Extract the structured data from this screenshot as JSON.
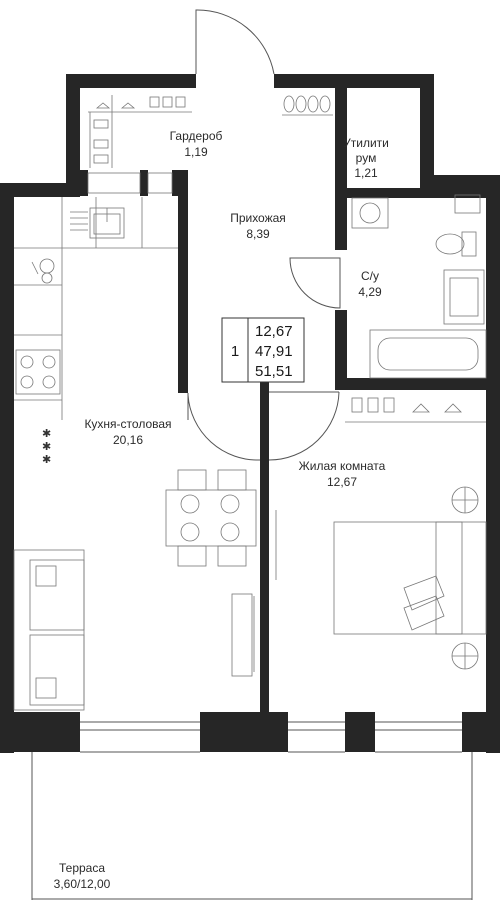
{
  "rooms": [
    {
      "id": "wardrobe",
      "name": "Гардероб",
      "area": "1,19"
    },
    {
      "id": "utility",
      "name_line1": "Утилити",
      "name_line2": "рум",
      "area": "1,21"
    },
    {
      "id": "hall",
      "name": "Прихожая",
      "area": "8,39"
    },
    {
      "id": "bath",
      "name": "С/у",
      "area": "4,29"
    },
    {
      "id": "kitchen",
      "name": "Кухня-столовая",
      "area": "20,16"
    },
    {
      "id": "living",
      "name": "Жилая комната",
      "area": "12,67"
    },
    {
      "id": "terrace",
      "name": "Терраса",
      "area": "3,60/12,00"
    }
  ],
  "summary": {
    "rooms_count": "1",
    "living_area": "12,67",
    "total_area": "47,91",
    "total_with_terrace": "51,51"
  }
}
